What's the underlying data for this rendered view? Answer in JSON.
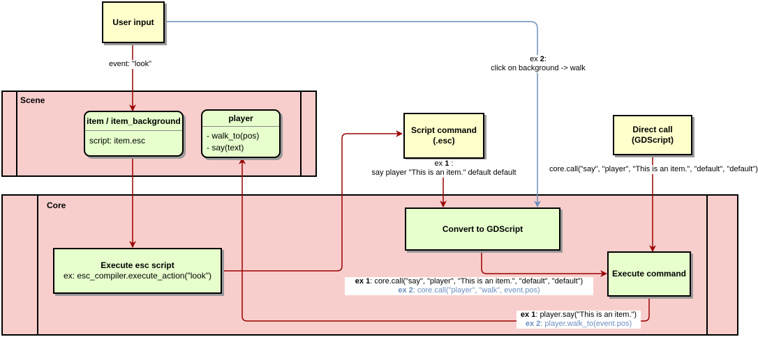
{
  "user_input": {
    "label": "User input"
  },
  "scene": {
    "label": "Scene",
    "item": {
      "title": "item / item_background",
      "line": "script: item.esc"
    },
    "player": {
      "title": "player",
      "lines": [
        "- walk_to(pos)",
        "- say(text)"
      ]
    }
  },
  "core": {
    "label": "Core",
    "convert": {
      "label": "Convert to GDScript"
    },
    "execute_esc": {
      "line1": "Execute esc script",
      "line2": "ex: esc_compiler.execute_action(\"look\")"
    },
    "execute_command": {
      "label": "Execute command"
    }
  },
  "script_command": {
    "line1": "Script command",
    "line2": "(.esc)"
  },
  "direct_call": {
    "line1": "Direct call",
    "line2": "(GDScript)"
  },
  "edges": {
    "event_look": "event: \"look\"",
    "ex2_prefix": "ex ",
    "ex2_num": "2",
    "ex2_colon": ":",
    "ex2_text": "click on background -> walk",
    "ex1_prefix": "ex ",
    "ex1_num": "1",
    "ex1_colon": " :",
    "ex1_text": "say player \"This is an item.\" default default",
    "direct_call_code": "core.call(\"say\", \"player\", \"This is an item.\", \"default\", \"default\")",
    "convert_ex1_label": "ex 1",
    "convert_ex1_code": ": core.call(\"say\", \"player\", \"This is an item.\", \"default\", \"default\")",
    "convert_ex2_label": "ex 2",
    "convert_ex2_code": ": core.call(\"player\", \"walk\", event.pos)",
    "player_ex1_label": "ex 1",
    "player_ex1_code": ": player.say(\"This is an item.\")",
    "player_ex2_label": "ex 2",
    "player_ex2_code": ": player.walk_to(event.pos)"
  },
  "colors": {
    "red_arrow": "#990000",
    "blue_arrow": "#6c8ebf",
    "container": "#f8cecc",
    "yellow_box": "#ffffcc",
    "green_box": "#e6ffcc"
  }
}
